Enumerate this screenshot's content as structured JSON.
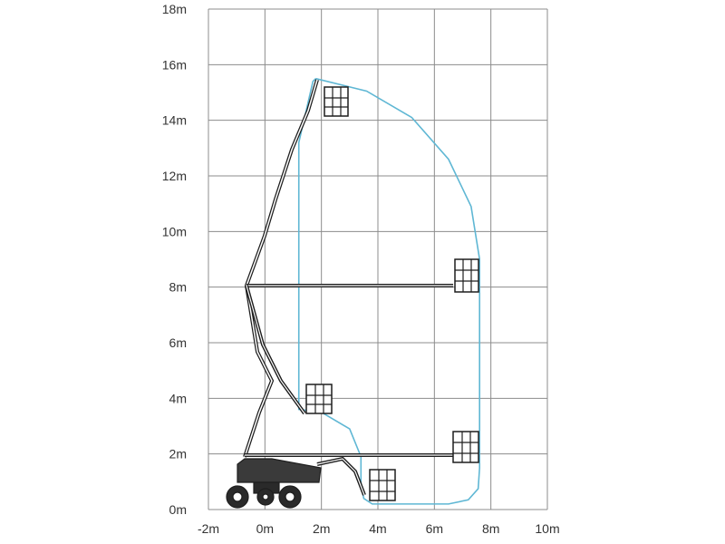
{
  "chart_data": {
    "type": "diagram",
    "y_ticks": [
      "0m",
      "2m",
      "4m",
      "6m",
      "8m",
      "10m",
      "12m",
      "14m",
      "16m",
      "18m"
    ],
    "x_ticks": [
      "-2m",
      "0m",
      "2m",
      "4m",
      "6m",
      "8m",
      "10m"
    ],
    "xlim": [
      -2,
      10
    ],
    "ylim": [
      0,
      18
    ],
    "grid": true,
    "colors": {
      "grid": "#8c8c8c",
      "envelope": "#5fb7d4",
      "machine": "#1e1e1e",
      "text": "#333333"
    },
    "envelope": {
      "name": "",
      "points": [
        [
          1.8,
          15.5
        ],
        [
          3.6,
          15.05
        ],
        [
          5.2,
          14.1
        ],
        [
          6.5,
          12.6
        ],
        [
          7.3,
          10.9
        ],
        [
          7.6,
          9.0
        ],
        [
          7.6,
          5.5
        ],
        [
          7.6,
          1.5
        ],
        [
          7.55,
          0.75
        ],
        [
          7.2,
          0.35
        ],
        [
          6.5,
          0.2
        ],
        [
          5.0,
          0.2
        ],
        [
          3.8,
          0.2
        ],
        [
          3.5,
          0.4
        ],
        [
          3.4,
          0.9
        ],
        [
          3.4,
          1.9
        ],
        [
          3.0,
          2.9
        ],
        [
          2.0,
          3.5
        ],
        [
          1.2,
          3.6
        ],
        [
          1.2,
          4.2
        ],
        [
          1.2,
          13.2
        ],
        [
          1.7,
          15.4
        ],
        [
          1.8,
          15.5
        ]
      ]
    },
    "boom_positions": [
      {
        "platform": [
          2.6,
          14.8
        ]
      },
      {
        "platform": [
          7.3,
          8.4
        ]
      },
      {
        "platform": [
          2.5,
          3.9
        ]
      },
      {
        "platform": [
          7.3,
          2.0
        ]
      },
      {
        "platform": [
          4.3,
          0.8
        ]
      }
    ]
  }
}
